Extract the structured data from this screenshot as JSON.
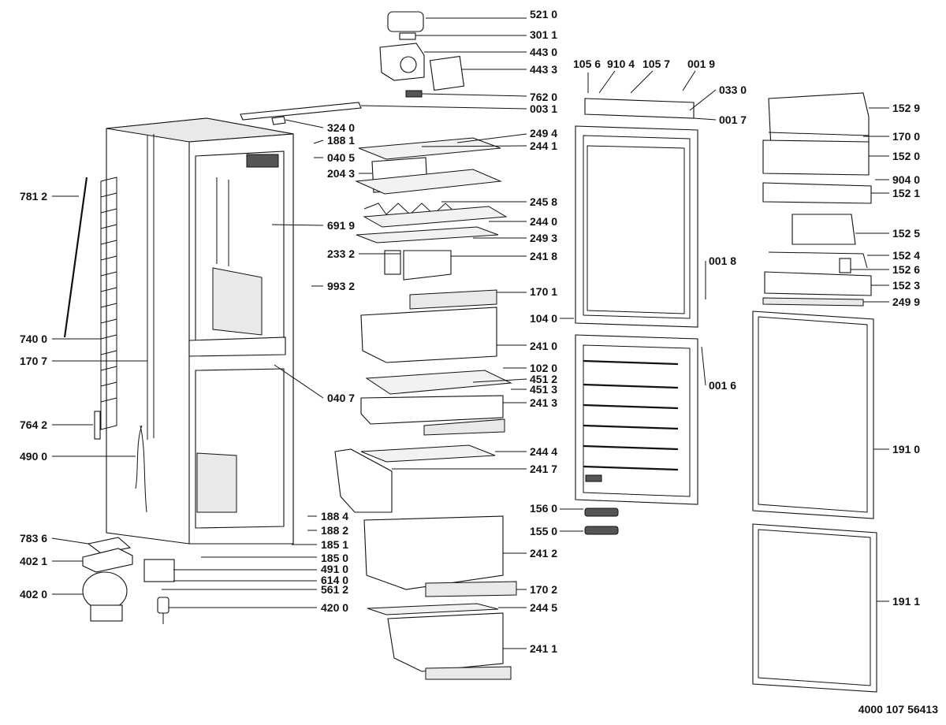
{
  "diagram": {
    "reference_number": "4000 107 56413",
    "labels": [
      "521 0",
      "301 1",
      "443 0",
      "443 3",
      "762 0",
      "003 1",
      "324 0",
      "188 1",
      "040 5",
      "204 3",
      "781 2",
      "691 9",
      "233 2",
      "993 2",
      "740 0",
      "170 7",
      "040 7",
      "764 2",
      "490 0",
      "188 4",
      "188 2",
      "783 6",
      "185 1",
      "402 1",
      "185 0",
      "491 0",
      "614 0",
      "561 2",
      "402 0",
      "420 0",
      "249 4",
      "244 1",
      "245 8",
      "244 0",
      "249 3",
      "241 8",
      "170 1",
      "241 0",
      "102 0",
      "451 2",
      "451 3",
      "241 3",
      "244 4",
      "241 7",
      "241 2",
      "170 2",
      "244 5",
      "241 1",
      "105 6",
      "910 4",
      "105 7",
      "001 9",
      "033 0",
      "001 7",
      "001 8",
      "104 0",
      "001 6",
      "156 0",
      "155 0",
      "152 9",
      "170 0",
      "152 0",
      "904 0",
      "152 1",
      "152 5",
      "152 4",
      "152 6",
      "152 3",
      "249 9",
      "191 0",
      "191 1"
    ]
  }
}
